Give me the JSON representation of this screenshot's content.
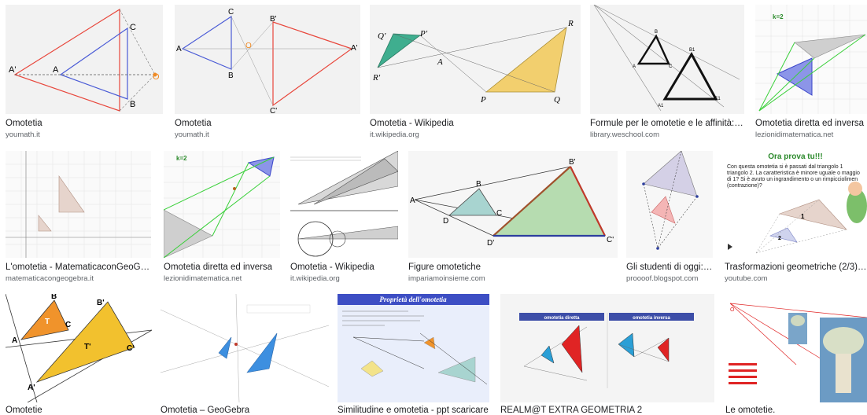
{
  "results": [
    {
      "title": "Omotetia",
      "source": "youmath.it"
    },
    {
      "title": "Omotetia",
      "source": "youmath.it"
    },
    {
      "title": "Omotetia - Wikipedia",
      "source": "it.wikipedia.org"
    },
    {
      "title": "Formule per le omotetie e le affinità: esemp...",
      "source": "library.weschool.com"
    },
    {
      "title": "Omotetia diretta ed inversa",
      "source": "lezionidimatematica.net"
    },
    {
      "title": "L'omotetia - MatematicaconGeoGebra",
      "source": "matematicacongeogebra.it"
    },
    {
      "title": "Omotetia diretta ed inversa",
      "source": "lezionidimatematica.net"
    },
    {
      "title": "Omotetia - Wikipedia",
      "source": "it.wikipedia.org"
    },
    {
      "title": "Figure omotetiche",
      "source": "impariamoinsieme.com"
    },
    {
      "title": "Gli studenti di oggi: Erl...",
      "source": "proooof.blogspot.com"
    },
    {
      "title": "Trasformazioni geometriche (2/3): Omotet...",
      "source": "youtube.com"
    },
    {
      "title": "Omotetie",
      "source": ""
    },
    {
      "title": "Omotetia – GeoGebra",
      "source": ""
    },
    {
      "title": "Similitudine e omotetia - ppt scaricare",
      "source": ""
    },
    {
      "title": "REALM@T EXTRA GEOMETRIA 2",
      "source": ""
    },
    {
      "title": "Le omotetie.",
      "source": ""
    }
  ],
  "thumb_text": {
    "t1": {
      "A1": "A'",
      "A": "A",
      "B": "B",
      "C": "C",
      "O": "O"
    },
    "t2": {
      "A": "A",
      "B": "B",
      "C": "C",
      "O": "O",
      "A1": "A'",
      "B1": "B'",
      "C1": "C'"
    },
    "t3": {
      "Q1": "Q'",
      "P1": "P'",
      "R1": "R'",
      "A": "A",
      "R": "R",
      "P": "P",
      "Q": "Q"
    },
    "t4": {
      "B": "B",
      "C": "C",
      "A": "A",
      "B1": "B1",
      "C1": "C1",
      "A1": "A1"
    },
    "t5": {
      "k": "k=2"
    },
    "t7": {
      "k": "k=2"
    },
    "t9": {
      "A": "A",
      "B": "B",
      "C": "C",
      "D": "D",
      "B1": "B'",
      "D1": "D'",
      "C1": "C'"
    },
    "t11": {
      "heading": "Ora prova tu!!!",
      "body1": "Con questa omotetia si è passati dal triangolo 1",
      "body2": "triangolo 2. La caratteristica è minore uguale o maggio",
      "body3": "di 1? Si è avuto un ingrandimento o un rimpicciolimen",
      "body4": "(contrazione)?",
      "n1": "1",
      "n2": "2"
    },
    "t12": {
      "A": "A",
      "B": "B",
      "C": "C",
      "T": "T",
      "T1": "T'",
      "A1": "A'",
      "B1": "B'",
      "C1": "C'"
    },
    "t14": {
      "heading": "Proprietà dell'omotetia"
    },
    "t15": {
      "h1": "omotetia diretta",
      "h2": "omotetia inversa"
    },
    "t16": {
      "O": "O"
    }
  }
}
